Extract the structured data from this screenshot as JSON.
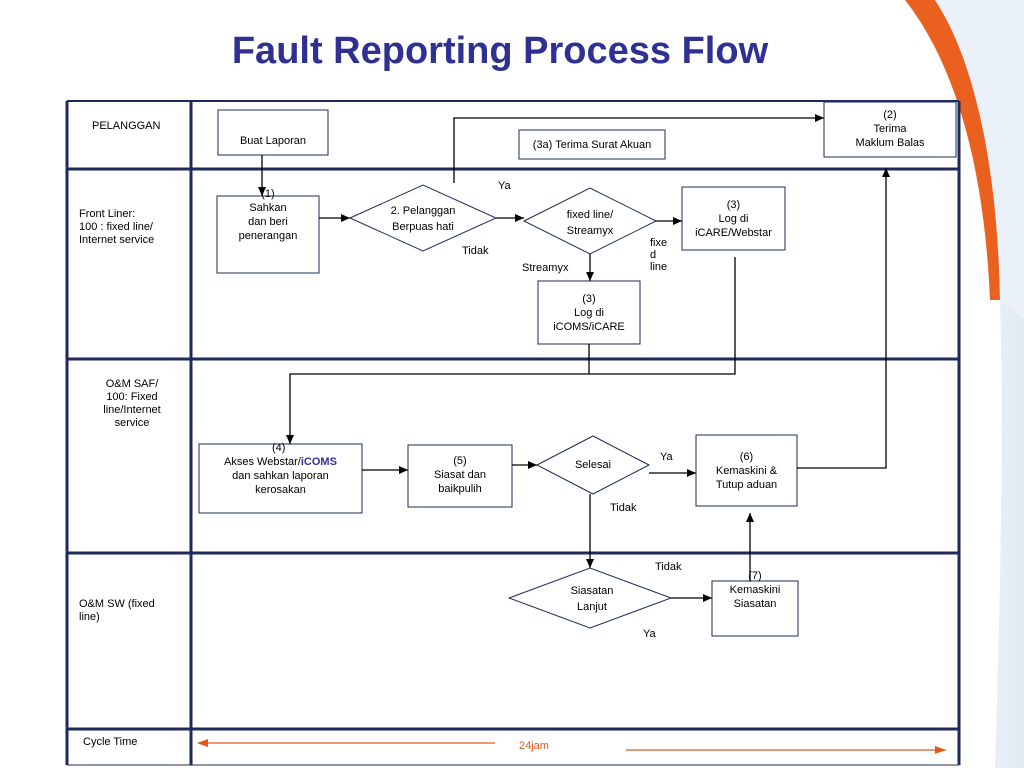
{
  "title": "Fault Reporting Process Flow",
  "colors": {
    "title": "#2e3192",
    "lane_border": "#1f2a5c",
    "arrow": "#000000",
    "cycle_arrow": "#e2571e",
    "accent_orange": "#e9601f"
  },
  "lanes": {
    "pelanggan": "PELANGGAN",
    "front_liner": [
      "Front Liner:",
      "100 : fixed line/",
      "Internet service"
    ],
    "om_saf": [
      "O&M SAF/",
      "100:  Fixed",
      "line/Internet",
      "service"
    ],
    "om_sw": [
      "O&M SW (fixed",
      "line)"
    ],
    "cycle_time": "Cycle Time"
  },
  "nodes": {
    "buat_laporan": "Buat Laporan",
    "terima_surat": "(3a) Terima Surat Akuan",
    "terima_maklum": [
      "(2)",
      "Terima",
      "Maklum Balas"
    ],
    "sahkan": [
      "(1)",
      "Sahkan",
      "dan beri",
      "penerangan"
    ],
    "pelanggan_berpuas": [
      "2. Pelanggan",
      "Berpuas hati"
    ],
    "fixed_streamyx": [
      "fixed line/",
      "Streamyx"
    ],
    "log_icare": [
      "(3)",
      "Log di",
      "iCARE/Webstar"
    ],
    "log_icoms": [
      "(3)",
      "Log di",
      "iCOMS/iCARE"
    ],
    "akses_webstar": {
      "num": "(4)",
      "line1_a": "Akses Webstar/",
      "line1_b": "iCOMS",
      "line2": "dan sahkan laporan",
      "line3": "kerosakan"
    },
    "siasat": [
      "(5)",
      "Siasat dan",
      "baikpulih"
    ],
    "selesai": "Selesai",
    "kemaskini_tutup": [
      "(6)",
      "Kemaskini &",
      "Tutup aduan"
    ],
    "siasatan_lanjut": [
      "Siasatan",
      "Lanjut"
    ],
    "kemaskini_siasatan": [
      "(7)",
      "Kemaskini",
      "Siasatan"
    ]
  },
  "edge_labels": {
    "ya_top": "Ya",
    "tidak_1": "Tidak",
    "streamyx": "Streamyx",
    "fixed_line": [
      "fixe",
      "d",
      "line"
    ],
    "ya_selesai": "Ya",
    "tidak_selesai": "Tidak",
    "tidak_lanjut": "Tidak",
    "ya_lanjut": "Ya"
  },
  "cycle_time_value": "24jam"
}
